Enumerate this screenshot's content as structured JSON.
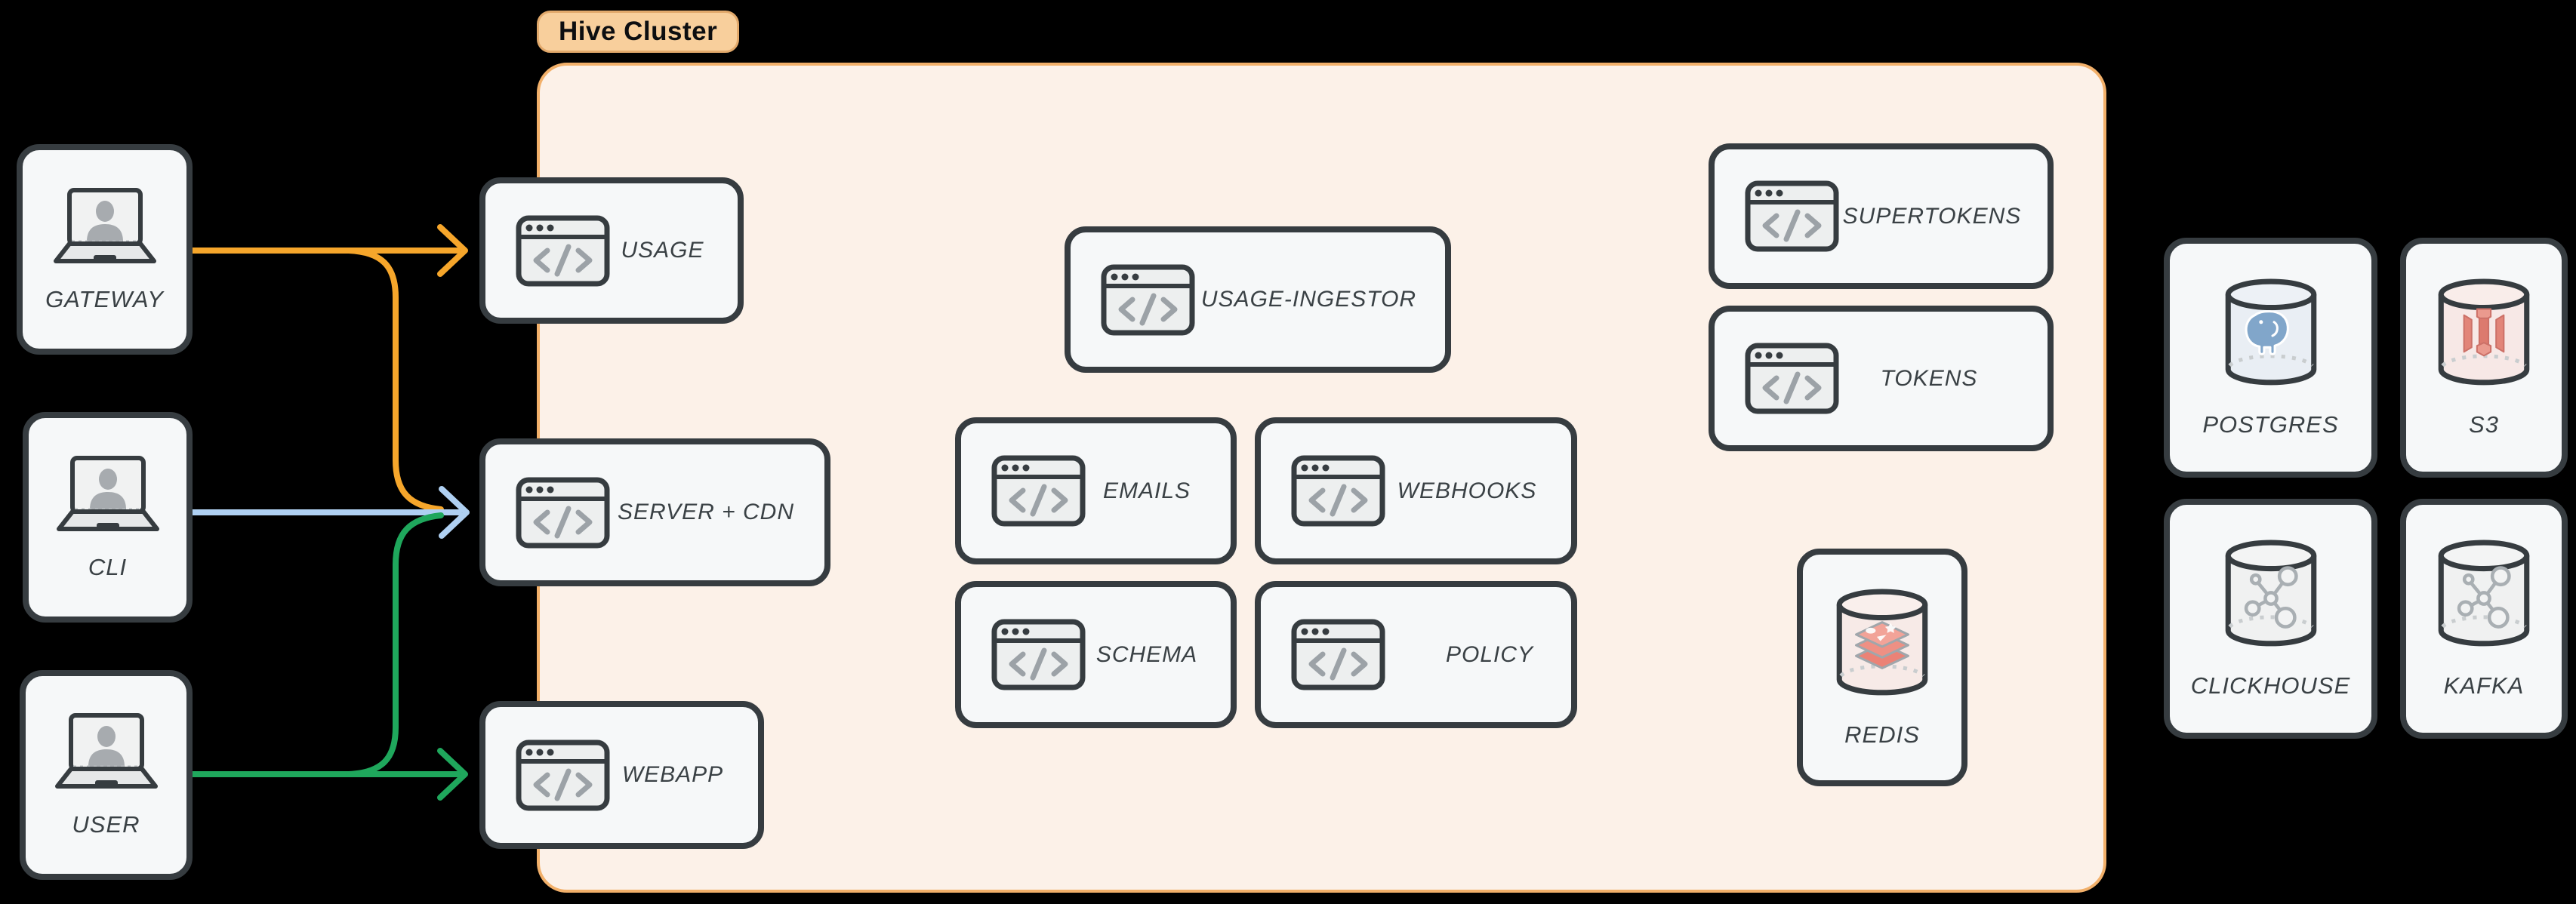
{
  "cluster": {
    "label": "Hive Cluster"
  },
  "nodes": {
    "gateway": "GATEWAY",
    "cli": "CLI",
    "user": "USER",
    "usage": "USAGE",
    "server_cdn": "SERVER + CDN",
    "webapp": "WEBAPP",
    "usage_ingestor": "USAGE-INGESTOR",
    "emails": "EMAILS",
    "webhooks": "WEBHOOKS",
    "schema": "SCHEMA",
    "policy": "POLICY",
    "supertokens": "SUPERTOKENS",
    "tokens": "TOKENS",
    "redis": "REDIS",
    "postgres": "POSTGRES",
    "s3": "S3",
    "clickhouse": "CLICKHOUSE",
    "kafka": "KAFKA"
  },
  "edges": [
    {
      "from": "GATEWAY",
      "to": "USAGE",
      "color": "#F6A62B"
    },
    {
      "from": "GATEWAY",
      "to": "SERVER + CDN",
      "color": "#F6A62B"
    },
    {
      "from": "CLI",
      "to": "SERVER + CDN",
      "color": "#AFD0F2"
    },
    {
      "from": "USER",
      "to": "WEBAPP",
      "color": "#1FA75C"
    },
    {
      "from": "USER",
      "to": "SERVER + CDN",
      "color": "#1FA75C"
    }
  ],
  "colors": {
    "background": "#000000",
    "cluster_fill": "#FCF1E8",
    "cluster_border": "#F2B06A",
    "cluster_label_fill": "#F8CF9C",
    "node_fill": "#F6F8F9",
    "node_border": "#363C40",
    "label_text": "#3A4145",
    "arrow_orange": "#F6A62B",
    "arrow_blue": "#AFD0F2",
    "arrow_green": "#1FA75C"
  }
}
